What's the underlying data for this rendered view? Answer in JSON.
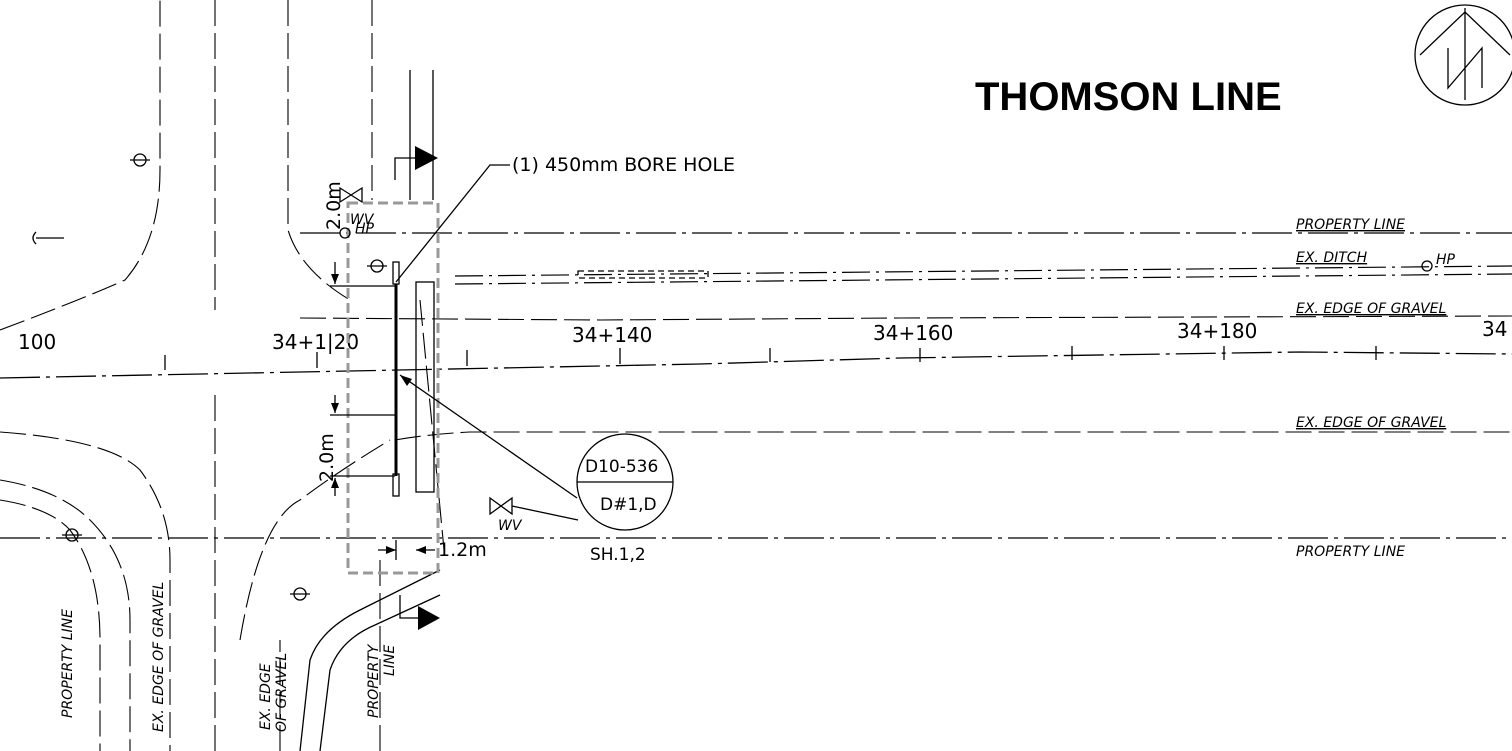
{
  "title": "THOMSON LINE",
  "callout": {
    "bore_hole": "(1) 450mm BORE HOLE"
  },
  "stations": [
    "100",
    "34+1|20",
    "34+140",
    "34+160",
    "34+180",
    "34"
  ],
  "labels": {
    "property_line_top": "PROPERTY LINE",
    "property_line_bottom": "PROPERTY LINE",
    "hp_right": "HP",
    "hp_left": "HP",
    "ex_ditch": "EX. DITCH",
    "ex_edge_gravel_top": "EX. EDGE OF GRAVEL",
    "ex_edge_gravel_bottom": "EX. EDGE OF GRAVEL",
    "wv_top": "WV",
    "wv_bottom": "WV",
    "vertical_property_line_left": "PROPERTY LINE",
    "vertical_ex_edge_gravel_left": "EX. EDGE OF GRAVEL",
    "vertical_ex_edge_line1": "EX. EDGE",
    "vertical_ex_edge_line2": "OF GRAVEL",
    "vertical_property_line_mid1": "PROPERTY",
    "vertical_property_line_mid2": "LINE"
  },
  "dimensions": {
    "top": "2.0m",
    "bottom": "2.0m",
    "width": "1.2m"
  },
  "detail_bubble": {
    "top": "D10-536",
    "bottom": "D#1,D",
    "sheet": "SH.1,2"
  }
}
